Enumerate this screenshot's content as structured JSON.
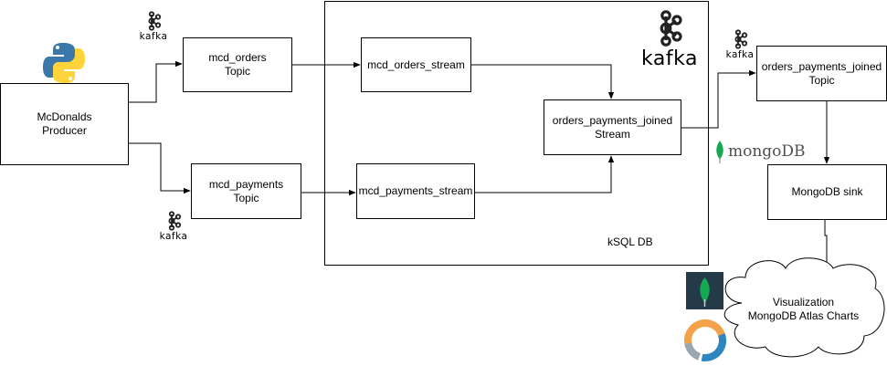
{
  "producer": {
    "line1": "McDonalds",
    "line2": "Producer"
  },
  "topics": {
    "orders": {
      "line1": "mcd_orders",
      "line2": "Topic"
    },
    "payments": {
      "line1": "mcd_payments",
      "line2": "Topic"
    },
    "joined": {
      "line1": "orders_payments_joined",
      "line2": "Topic"
    }
  },
  "streams": {
    "orders": "mcd_orders_stream",
    "payments": "mcd_payments_stream",
    "joined": {
      "line1": "orders_payments_joined",
      "line2": "Stream"
    }
  },
  "ksql_label": "kSQL DB",
  "sink": "MongoDB sink",
  "visualization": {
    "line1": "Visualization",
    "line2": "MongoDB Atlas Charts"
  },
  "logos": {
    "kafka_word": "kafka",
    "mongodb_word": "mongoDB",
    "icons": [
      "python-logo-icon",
      "kafka-logo-icon",
      "mongodb-logo-icon",
      "mongodb-leaf-icon",
      "atlas-charts-icon",
      "cloud-shape"
    ]
  },
  "colors": {
    "stroke": "#000000",
    "python_blue": "#3b77a8",
    "python_yellow": "#ffd43b",
    "mongo_green": "#13aa52",
    "mongo_dark": "#243a48",
    "charts_orange": "#f3a24a",
    "charts_blue": "#2e86c1"
  }
}
